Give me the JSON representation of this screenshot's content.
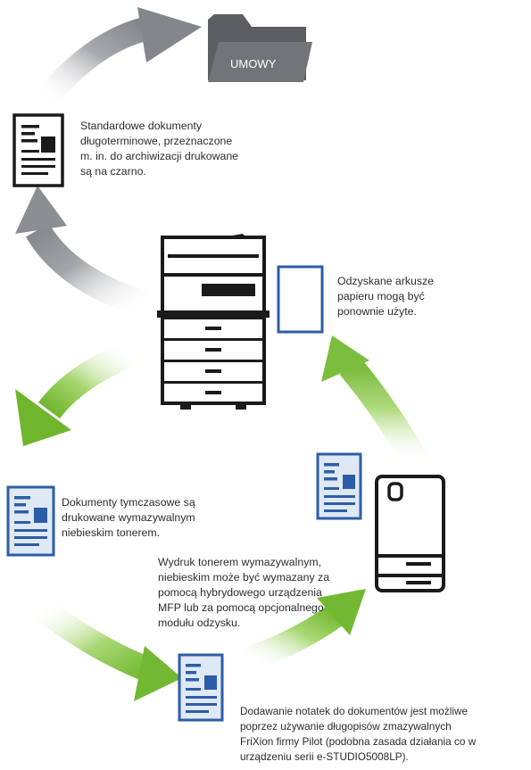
{
  "folder": {
    "label": "UMOWY",
    "icon": "folder-icon"
  },
  "captions": {
    "archival": [
      "Standardowe dokumenty",
      "długoterminowe, przeznaczone",
      "m. in. do archiwizacji drukowane",
      "są na czarno."
    ],
    "reuse": [
      "Odzyskane arkusze",
      "papieru mogą być",
      "ponownie użyte."
    ],
    "temporary": [
      "Dokumenty tymczasowe są",
      "drukowane wymazywalnym",
      "niebieskim tonerem."
    ],
    "erase": [
      "Wydruk tonerem wymazywalnym,",
      "niebieskim może być wymazany za",
      "pomocą hybrydowego urządzenia",
      "MFP lub za pomocą opcjonalnego",
      "modułu odzysku."
    ],
    "notes": [
      "Dodawanie notatek do dokumentów  jest możliwe",
      "poprzez używanie długopisów zmazywalnych",
      "FriXion firmy Pilot (podobna zasada działania co w",
      "urządzeniu serii e-STUDIO5008LP)."
    ]
  },
  "colors": {
    "text": "#2b2b2b",
    "black_doc": "#1a1a1a",
    "blue_doc": "#2d5da6",
    "blue_fill": "#dfe9f6",
    "arrow_grey": "#8e9196",
    "arrow_green": "#7dbd3b",
    "folder": "#5c5e61"
  }
}
